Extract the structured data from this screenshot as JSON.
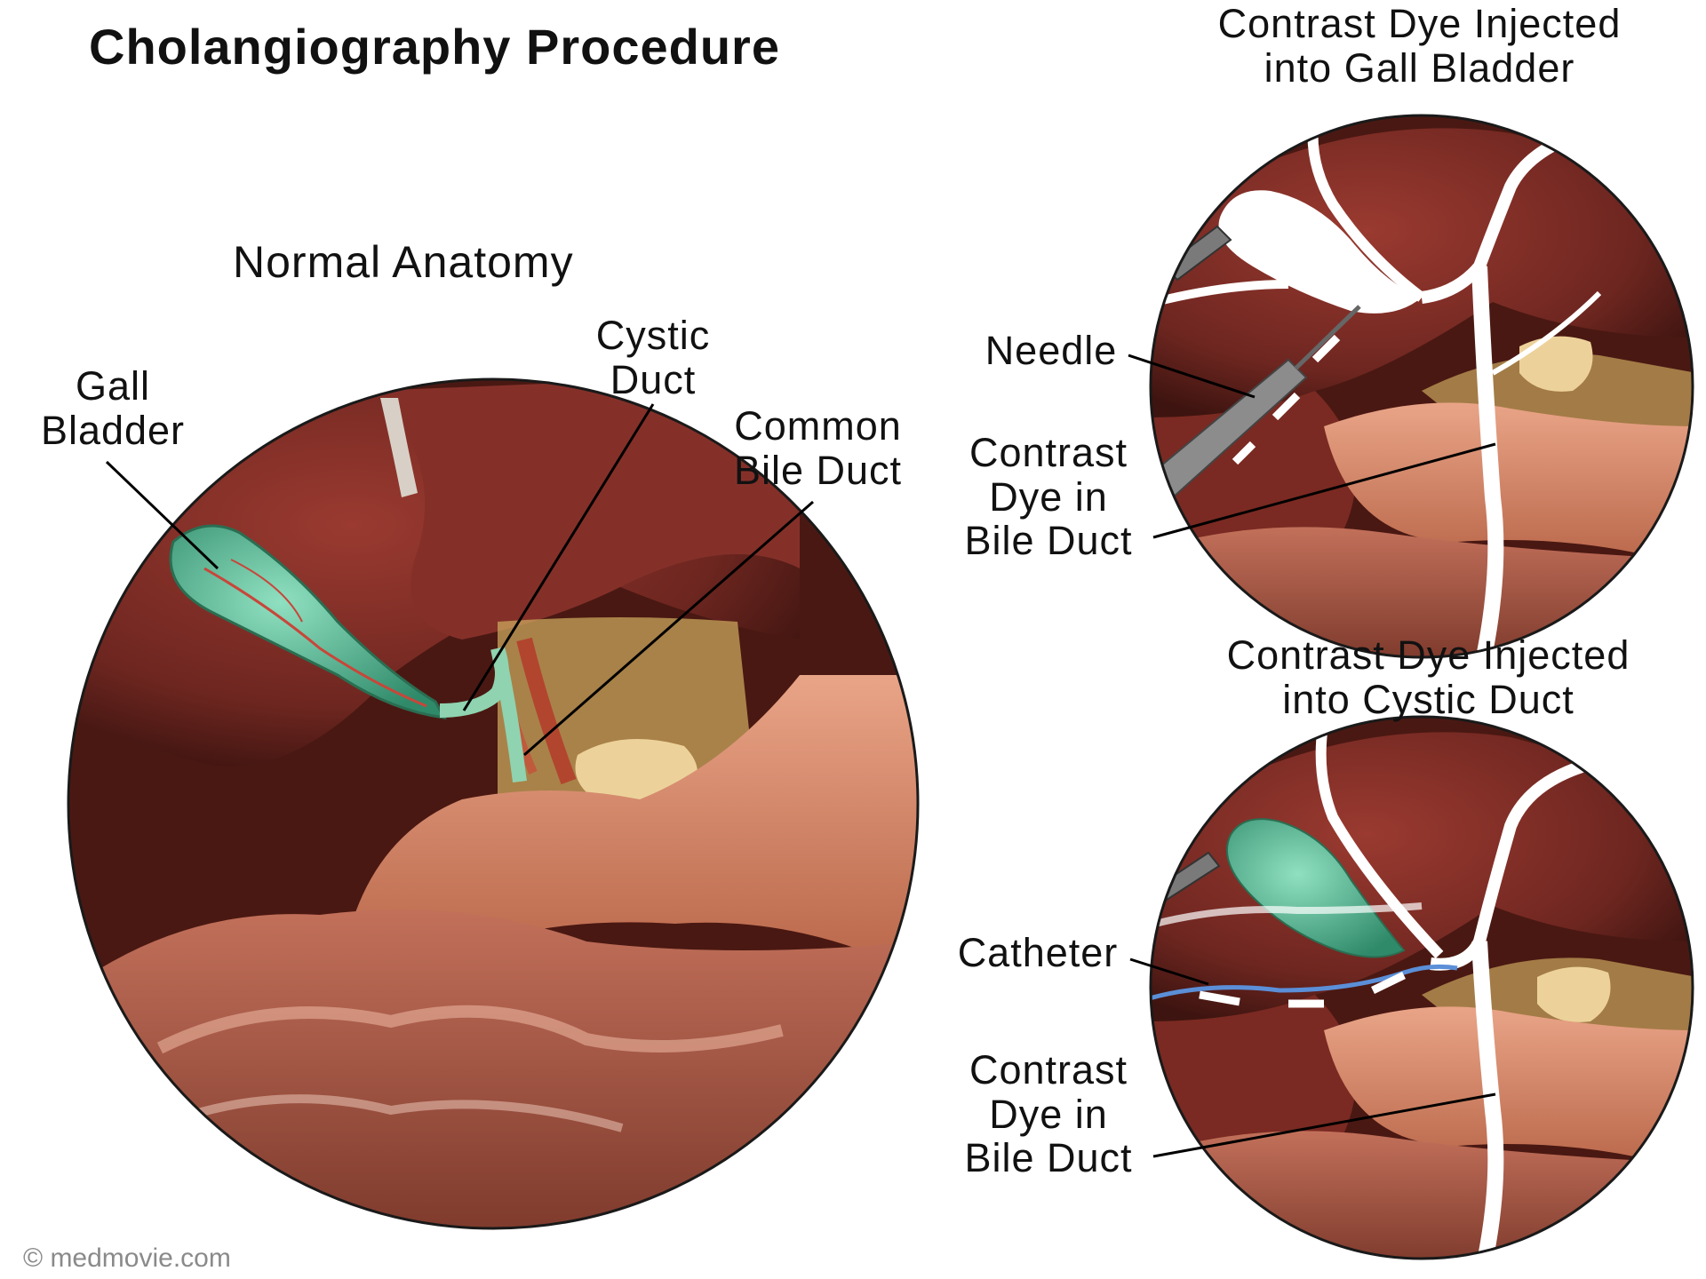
{
  "title": "Cholangiography Procedure",
  "panels": {
    "normal": {
      "heading": "Normal Anatomy",
      "labels": {
        "gall_bladder": [
          "Gall",
          "Bladder"
        ],
        "cystic_duct": [
          "Cystic",
          "Duct"
        ],
        "common_bile_duct": [
          "Common",
          "Bile Duct"
        ]
      }
    },
    "gall_bladder_injection": {
      "heading": [
        "Contrast Dye Injected",
        "into Gall Bladder"
      ],
      "labels": {
        "needle": "Needle",
        "dye": [
          "Contrast",
          "Dye in",
          "Bile Duct"
        ]
      }
    },
    "cystic_duct_injection": {
      "heading": [
        "Contrast Dye Injected",
        "into Cystic Duct"
      ],
      "labels": {
        "catheter": "Catheter",
        "dye": [
          "Contrast",
          "Dye in",
          "Bile Duct"
        ]
      }
    }
  },
  "credit": "© medmovie.com",
  "colors": {
    "liver": "#7a2a22",
    "gall_bladder": "#4fae8e",
    "contrast_dye": "#ffffff",
    "stomach": "#d98a6c",
    "fat": "#e9c98a",
    "catheter": "#5b8fd8"
  }
}
